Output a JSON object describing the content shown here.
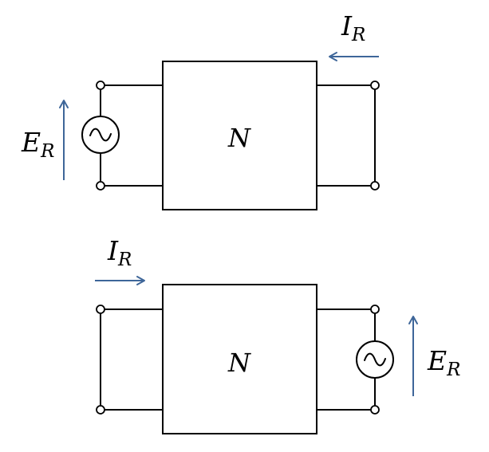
{
  "colors": {
    "arrow": "#3E6699",
    "line": "#000000",
    "background": "#FFFFFF"
  },
  "circuits": [
    {
      "network_label": "N",
      "source_port": "left",
      "short_port": "right",
      "source_symbol": "~",
      "voltage": {
        "symbol": "E",
        "subscript": "R",
        "arrow_direction": "up"
      },
      "current": {
        "symbol": "I",
        "subscript": "R",
        "arrow_direction": "left"
      }
    },
    {
      "network_label": "N",
      "source_port": "right",
      "short_port": "left",
      "source_symbol": "~",
      "voltage": {
        "symbol": "E",
        "subscript": "R",
        "arrow_direction": "up"
      },
      "current": {
        "symbol": "I",
        "subscript": "R",
        "arrow_direction": "right"
      }
    }
  ]
}
